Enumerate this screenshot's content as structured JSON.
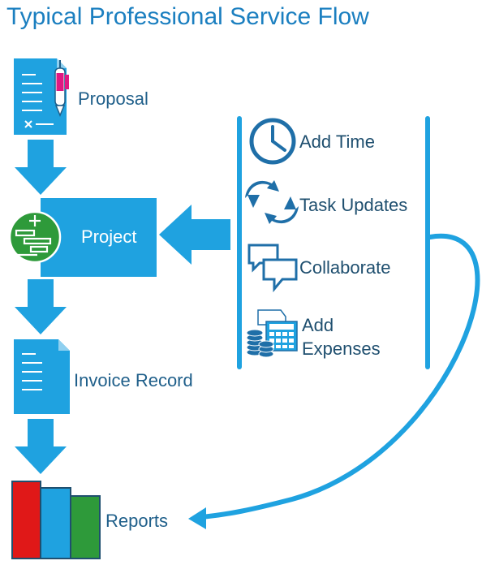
{
  "title": "Typical Professional Service Flow",
  "steps": {
    "proposal": "Proposal",
    "project": "Project",
    "invoice": "Invoice Record",
    "reports": "Reports"
  },
  "activities": [
    {
      "label": "Add Time",
      "icon": "clock-icon"
    },
    {
      "label": "Task Updates",
      "icon": "refresh-arrows-icon"
    },
    {
      "label": "Collaborate",
      "icon": "chat-bubbles-icon"
    },
    {
      "label_line1": "Add",
      "label_line2": "Expenses",
      "icon": "expenses-icon"
    }
  ],
  "colors": {
    "accent": "#1fa2e0",
    "title": "#1b7fc0",
    "text": "#1f5f8a",
    "bar_red": "#e01818",
    "bar_blue": "#1fa2e0",
    "bar_green": "#2e9a3a",
    "project_icon_green": "#2e9a3a",
    "pen_pink": "#e01882"
  }
}
